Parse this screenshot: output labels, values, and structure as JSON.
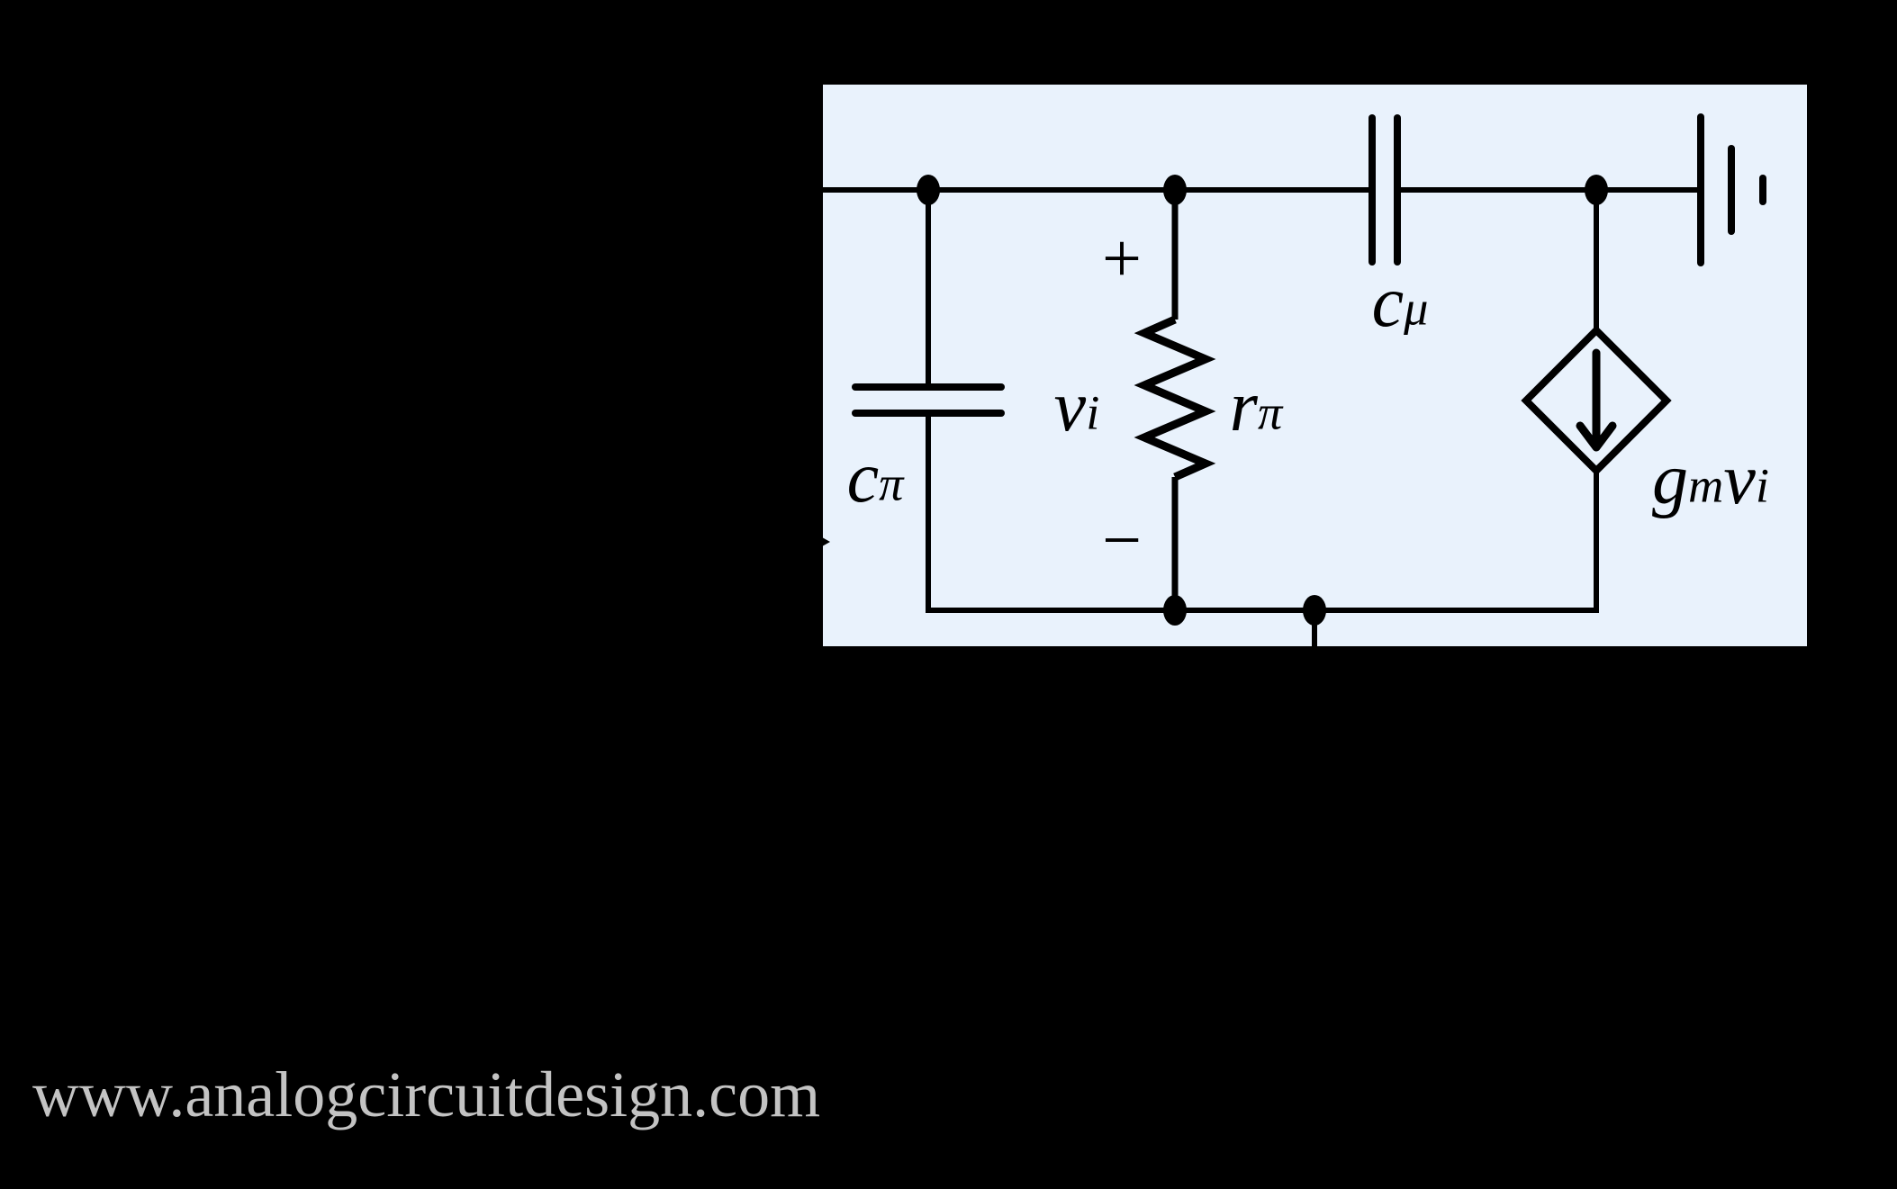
{
  "colors": {
    "background": "#000000",
    "panel_fill": "#e9f2fc",
    "ink": "#000000",
    "watermark_text": "#c3c3c3"
  },
  "circuit": {
    "labels": {
      "c_pi": {
        "base": "c",
        "sub": "π"
      },
      "v_i": {
        "base": "v",
        "sub": "i"
      },
      "r_pi": {
        "base": "r",
        "sub": "π"
      },
      "c_mu": {
        "base": "c",
        "sub": "μ"
      },
      "g_m_v_i": {
        "base1": "g",
        "sub1": "m",
        "base2": "v",
        "sub2": "i"
      },
      "plus": "+",
      "minus": "−"
    }
  },
  "watermark": {
    "text": "www.analogcircuitdesign.com"
  }
}
